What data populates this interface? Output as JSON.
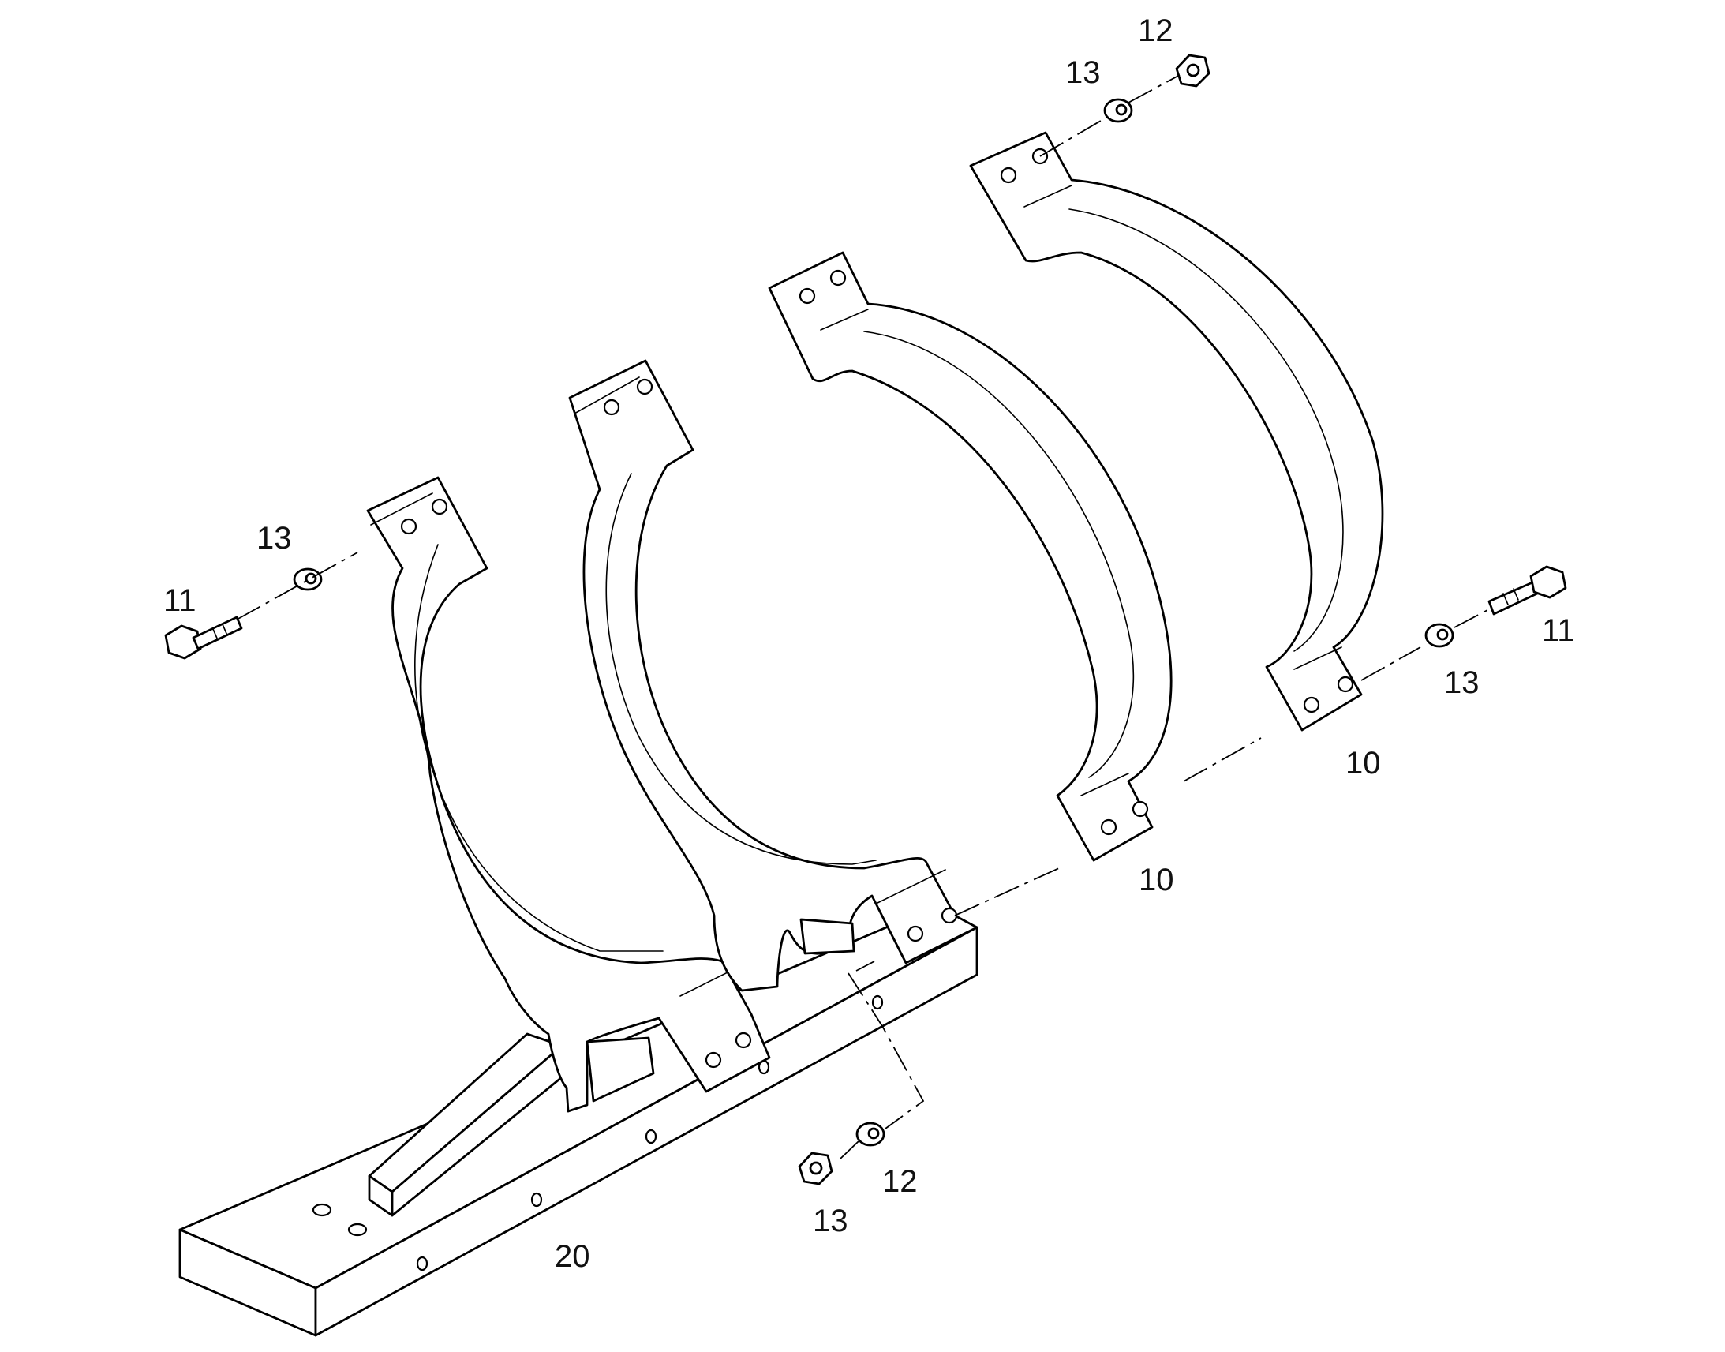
{
  "diagram": {
    "callouts": {
      "c12_top": "12",
      "c13_top": "13",
      "c13_left": "13",
      "c11_left": "11",
      "c11_right": "11",
      "c13_right": "13",
      "c10_right": "10",
      "c10_mid": "10",
      "c12_bottom": "12",
      "c13_bottom": "13",
      "c20": "20"
    }
  }
}
